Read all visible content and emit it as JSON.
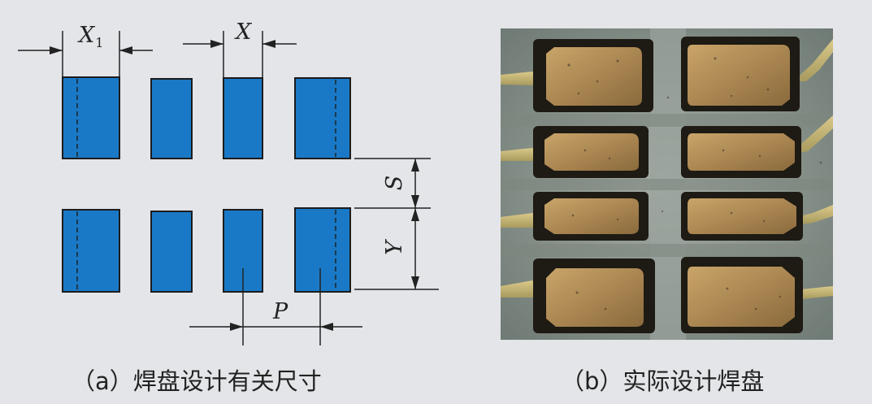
{
  "figure_a": {
    "labels": {
      "x1_main": "X",
      "x1_sub": "1",
      "x": "X",
      "s": "S",
      "y": "Y",
      "p": "P"
    },
    "caption": "（a）焊盘设计有关尺寸",
    "colors": {
      "pad": "#1a79c6",
      "line": "#222222"
    }
  },
  "figure_b": {
    "caption": "（b）实际设计焊盘",
    "colors": {
      "background": "#8a948e",
      "pad_border": "#1e1a14",
      "pad_fill": "#b08a52"
    }
  }
}
